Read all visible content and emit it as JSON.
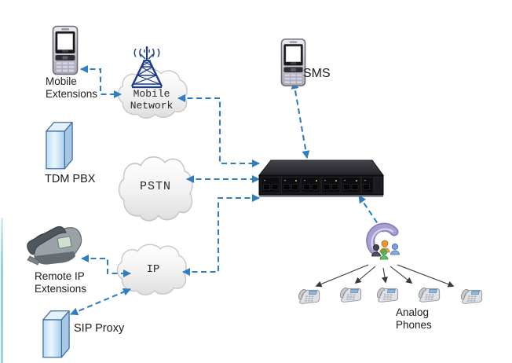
{
  "labels": {
    "mobile_extensions": "Mobile Extensions",
    "sms": "SMS",
    "tdm_pbx": "TDM PBX",
    "remote_ip_extensions": "Remote IP Extensions",
    "sip_proxy": "SIP Proxy",
    "analog_phones": "Analog Phones"
  },
  "clouds": {
    "mobile_network": "Mobile Network",
    "pstn": "PSTN",
    "ip": "IP"
  },
  "tower": {
    "wave_left": "((",
    "wave_right": "))"
  },
  "colors": {
    "connector_blue": "#2e7ec1",
    "tower_blue": "#1a3b8c",
    "cloud_border": "#c6c6c6",
    "box_border_blue": "#3f6da3",
    "black_arrow": "#3a3a3a",
    "left_edge_accent": "#8fcfd8"
  }
}
